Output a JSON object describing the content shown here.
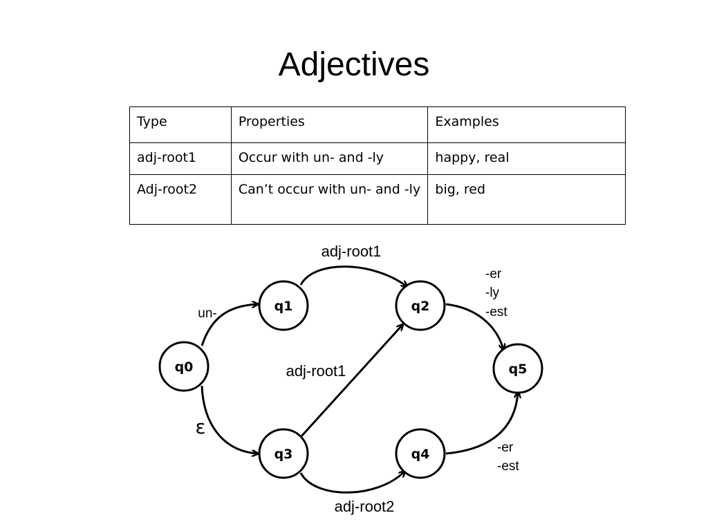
{
  "title": "Adjectives",
  "table": {
    "headers": [
      "Type",
      "Properties",
      "Examples"
    ],
    "rows": [
      [
        "adj-root1",
        "Occur with un- and -ly",
        "happy, real"
      ],
      [
        "Adj-root2",
        "Can’t occur with un- and -ly",
        "big, red"
      ]
    ]
  },
  "diagram": {
    "states": [
      "q0",
      "q1",
      "q2",
      "q3",
      "q4",
      "q5"
    ],
    "edges": [
      {
        "from": "q0",
        "to": "q1",
        "label": "un-"
      },
      {
        "from": "q0",
        "to": "q3",
        "label": "ε"
      },
      {
        "from": "q1",
        "to": "q2",
        "label": "adj-root1"
      },
      {
        "from": "q3",
        "to": "q2",
        "label": "adj-root1"
      },
      {
        "from": "q3",
        "to": "q4",
        "label": "adj-root2"
      },
      {
        "from": "q2",
        "to": "q5",
        "label": [
          "-er",
          "-ly",
          "-est"
        ]
      },
      {
        "from": "q4",
        "to": "q5",
        "label": [
          "-er",
          "-est"
        ]
      }
    ]
  }
}
